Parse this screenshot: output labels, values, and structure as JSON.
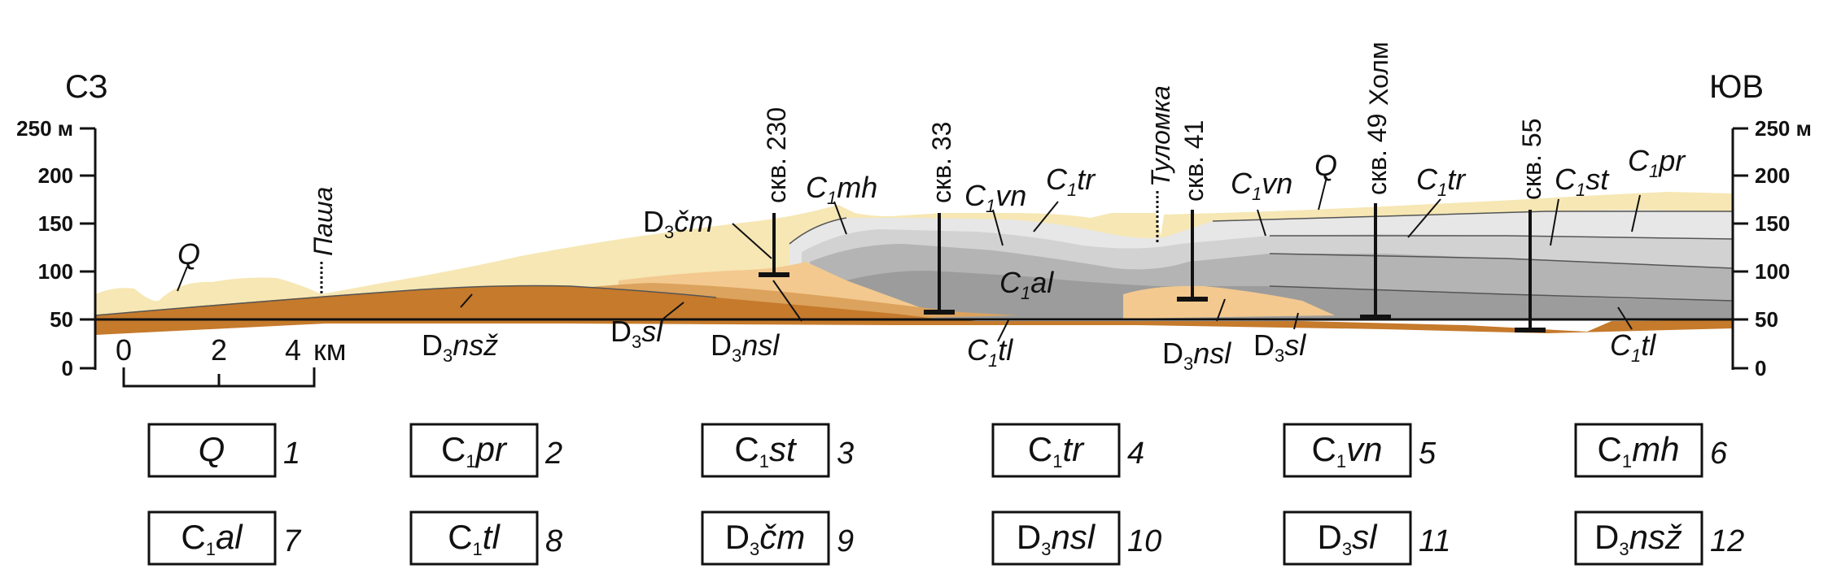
{
  "sides": {
    "left": "СЗ",
    "right": "ЮВ"
  },
  "axis": {
    "ticks": [
      "250 м",
      "200",
      "150",
      "100",
      "50",
      "0"
    ],
    "values": [
      250,
      200,
      150,
      100,
      50,
      0
    ]
  },
  "scalebar": {
    "ticks": [
      "0",
      "2",
      "4"
    ],
    "unit": "км"
  },
  "places": {
    "pasha": "Паша",
    "tulomka": "Туломка",
    "kholm": "Холм"
  },
  "wells": [
    {
      "prefix": "скв.",
      "num": "230"
    },
    {
      "prefix": "скв.",
      "num": "33"
    },
    {
      "prefix": "скв.",
      "num": "41"
    },
    {
      "prefix": "скв.",
      "num": "49"
    },
    {
      "prefix": "скв.",
      "num": "55"
    }
  ],
  "section_labels": [
    {
      "main": "Q"
    },
    {
      "main": "Q"
    },
    {
      "pre": "C",
      "sub": "1",
      "main": "mh"
    },
    {
      "pre": "C",
      "sub": "1",
      "main": "vn"
    },
    {
      "pre": "C",
      "sub": "1",
      "main": "tr"
    },
    {
      "pre": "C",
      "sub": "1",
      "main": "vn"
    },
    {
      "pre": "C",
      "sub": "1",
      "main": "tr"
    },
    {
      "pre": "C",
      "sub": "1",
      "main": "st"
    },
    {
      "pre": "C",
      "sub": "1",
      "main": "pr"
    },
    {
      "pre": "C",
      "sub": "1",
      "main": "al"
    },
    {
      "pre": "C",
      "sub": "1",
      "main": "tl"
    },
    {
      "pre": "C",
      "sub": "1",
      "main": "tl"
    },
    {
      "pre": "D",
      "sub": "3",
      "main": "čm"
    },
    {
      "pre": "D",
      "sub": "3",
      "main": "nsž"
    },
    {
      "pre": "D",
      "sub": "3",
      "main": "sl"
    },
    {
      "pre": "D",
      "sub": "3",
      "main": "nsl"
    },
    {
      "pre": "D",
      "sub": "3",
      "main": "nsl"
    },
    {
      "pre": "D",
      "sub": "3",
      "main": "sl"
    }
  ],
  "legend": [
    {
      "main": "Q",
      "num": "1"
    },
    {
      "pre": "C",
      "sub": "1",
      "main": "pr",
      "num": "2"
    },
    {
      "pre": "C",
      "sub": "1",
      "main": "st",
      "num": "3"
    },
    {
      "pre": "C",
      "sub": "1",
      "main": "tr",
      "num": "4"
    },
    {
      "pre": "C",
      "sub": "1",
      "main": "vn",
      "num": "5"
    },
    {
      "pre": "C",
      "sub": "1",
      "main": "mh",
      "num": "6"
    },
    {
      "pre": "C",
      "sub": "1",
      "main": "al",
      "num": "7"
    },
    {
      "pre": "C",
      "sub": "1",
      "main": "tl",
      "num": "8"
    },
    {
      "pre": "D",
      "sub": "3",
      "main": "čm",
      "num": "9"
    },
    {
      "pre": "D",
      "sub": "3",
      "main": "nsl",
      "num": "10"
    },
    {
      "pre": "D",
      "sub": "3",
      "main": "sl",
      "num": "11"
    },
    {
      "pre": "D",
      "sub": "3",
      "main": "nsž",
      "num": "12"
    }
  ],
  "colors": {
    "quaternary": "#f6e7b4",
    "light_gray": "#e6e6e6",
    "mid_gray": "#cfcfcf",
    "gray": "#b5b5b5",
    "dark_gray": "#9a9a9a",
    "d3_light": "#f3c98f",
    "d3_mid": "#dca35e",
    "d3_dark": "#c57a2c"
  }
}
